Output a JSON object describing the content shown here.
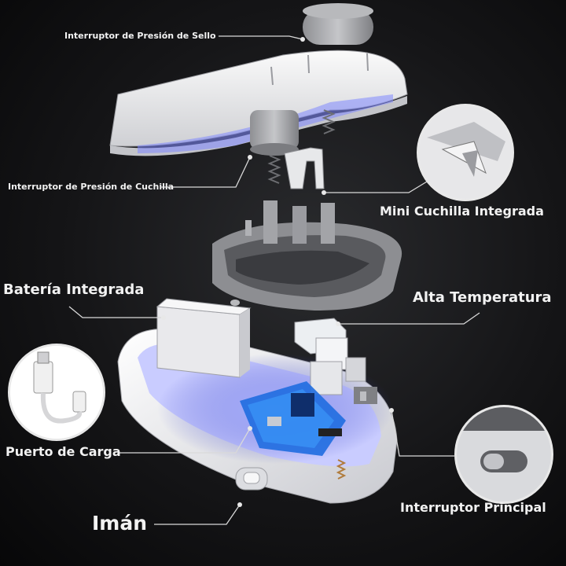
{
  "labels": {
    "seal_switch": "Interruptor de Presión de Sello",
    "blade_switch": "Interruptor de Presión de Cuchilla",
    "mini_blade": "Mini Cuchilla Integrada",
    "battery": "Batería Integrada",
    "high_temp": "Alta Temperatura",
    "charging_port": "Puerto de Carga",
    "main_switch": "Interruptor Principal",
    "magnet": "Imán"
  },
  "colors": {
    "background": "#111113",
    "device_white": "#f1f1f3",
    "device_grey": "#b9babd",
    "glow_blue": "#6f7cff",
    "pcb_blue": "#1f6de0",
    "leader_line": "#d9d9d9"
  }
}
